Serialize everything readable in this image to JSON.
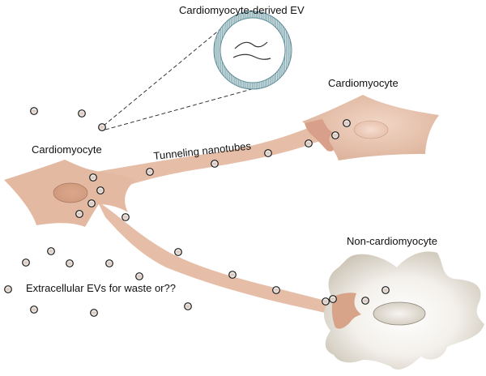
{
  "diagram": {
    "labels": {
      "ev_title": "Cardiomyocyte-derived EV",
      "cardiomyocyte_left": "Cardiomyocyte",
      "cardiomyocyte_right": "Cardiomyocyte",
      "tunneling": "Tunneling nanotubes",
      "non_cardiomyocyte": "Non-cardiomyocyte",
      "extracellular": "Extracellular EVs for waste or??"
    },
    "colors": {
      "cardiomyocyte_fill": "#e3b9a2",
      "cardiomyocyte_nucleus": "#d49e84",
      "tube_fill": "#e6bea8",
      "overlap_fill": "#d49a7c",
      "non_cardiomyocyte_fill": "#e2ddd3",
      "non_cardiomyocyte_nucleus": "#d8d2c6",
      "ev_membrane": "#6b9aa3",
      "ev_outline": "#1a1a1a"
    },
    "ev_count": {
      "extracellular": 12,
      "left_cell": 4,
      "upper_tube": 4,
      "right_cell": 2,
      "lower_tube": 6,
      "non_cardiomyocyte": 2
    }
  }
}
